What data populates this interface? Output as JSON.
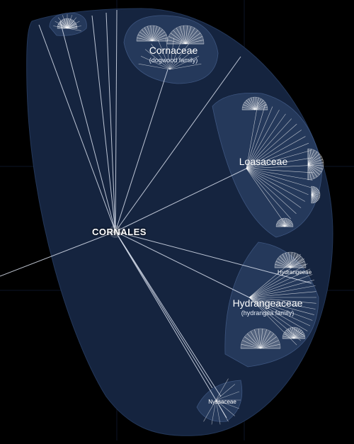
{
  "root": {
    "label": "CORNALES"
  },
  "clades": {
    "cornaceae": {
      "name": "Cornaceae",
      "common": "(dogwood family)"
    },
    "loasaceae": {
      "name": "Loasaceae"
    },
    "hydrangeaceae": {
      "name": "Hydrangeaceae",
      "common": "(hydrangea family)"
    },
    "hydrangeeae": {
      "name": "Hydrangeeae"
    },
    "nyssaceae": {
      "name": "Nyssaceae"
    }
  },
  "colors": {
    "background": "#000000",
    "wedge": "#15243f",
    "bubble": "#2b4066",
    "branch": "#d9e1ee",
    "fan": "#ffffff",
    "grid": "#0b1426"
  }
}
